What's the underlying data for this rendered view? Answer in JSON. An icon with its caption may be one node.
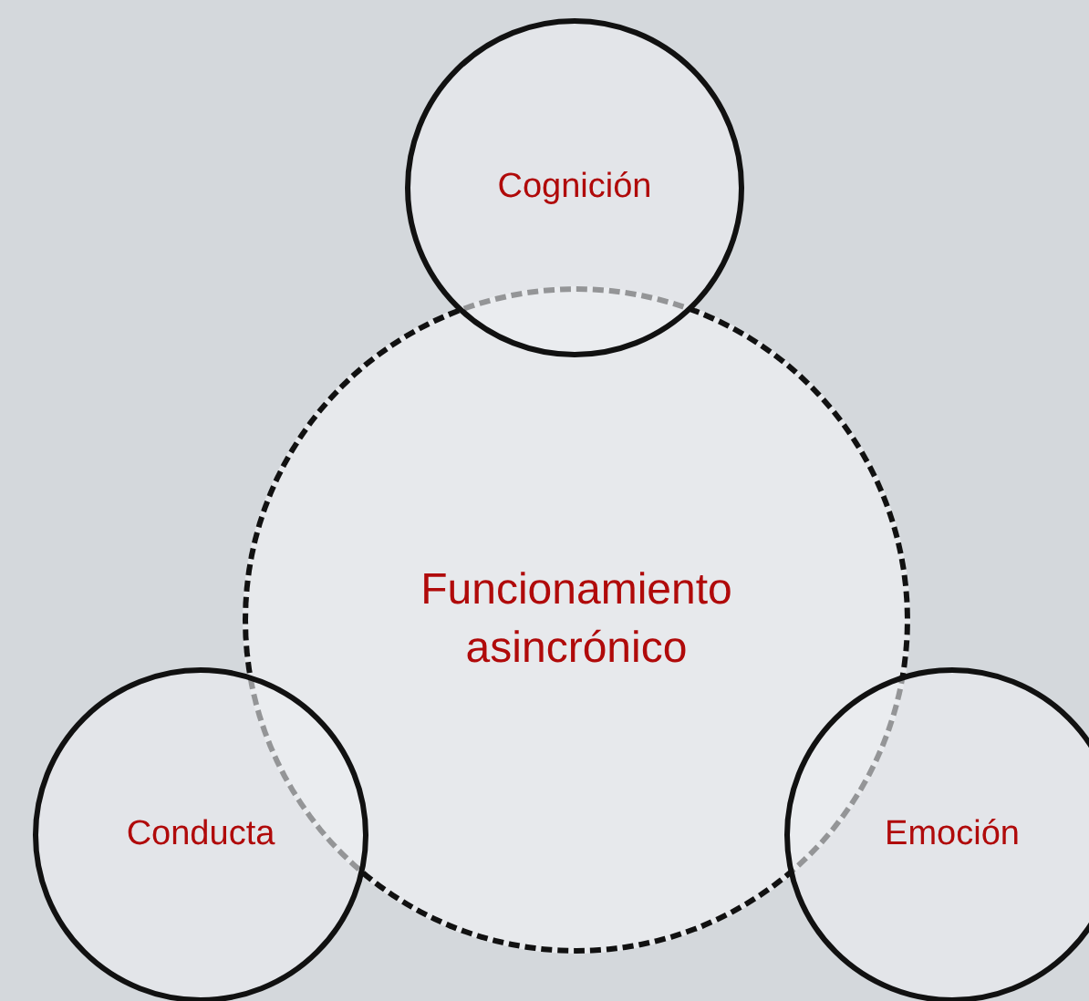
{
  "diagram": {
    "nodes": [
      {
        "text": [
          "Cognición"
        ]
      },
      {
        "text": [
          "Funcionamiento asincrónico"
        ]
      },
      {
        "text": [
          "Conducta"
        ]
      },
      {
        "text": [
          "Emoción"
        ]
      }
    ]
  }
}
